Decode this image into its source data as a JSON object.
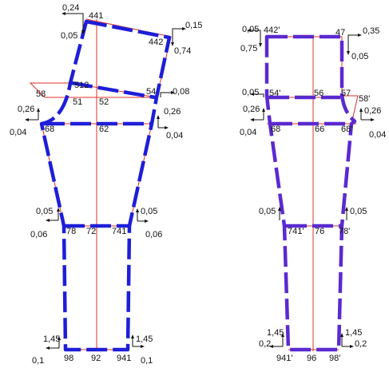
{
  "left_pattern": {
    "point_labels": [
      "441",
      "442",
      "512",
      "54",
      "58",
      "51",
      "52",
      "68",
      "62",
      "78",
      "72",
      "741",
      "98",
      "92",
      "941"
    ],
    "shift_labels": [
      "0,24",
      "0,05",
      "0,15",
      "0,74",
      "0,08",
      "0,26",
      "0,04",
      "0,26",
      "0,04",
      "0,05",
      "0,06",
      "0,05",
      "0,06",
      "1,45",
      "0,1",
      "1,45",
      "0,1"
    ]
  },
  "right_pattern": {
    "point_labels": [
      "442'",
      "47",
      "54'",
      "56",
      "57",
      "58'",
      "68",
      "66",
      "68'",
      "741'",
      "76",
      "78'",
      "941'",
      "96",
      "98'"
    ],
    "shift_labels": [
      "0,05",
      "0,75",
      "0,05",
      "0,35",
      "0,05",
      "0,26",
      "0,04",
      "0,26",
      "0,04",
      "0,05",
      "0,05",
      "1,45",
      "0,2",
      "1,45",
      "0,2"
    ]
  },
  "colors": {
    "outline": "#1e1ed8",
    "construction": "#e0302a",
    "outline_alt": "#5a2ad0"
  }
}
